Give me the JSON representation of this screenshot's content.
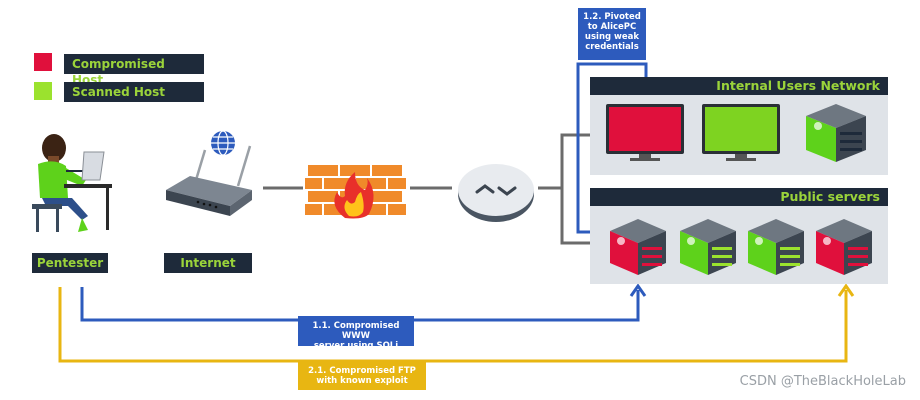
{
  "legend": {
    "compromised": {
      "label": "Compromised Host",
      "color": "#e0103c"
    },
    "scanned": {
      "label": "Scanned Host",
      "color": "#9be22e"
    }
  },
  "nodes": {
    "pentester": "Pentester",
    "internet": "Internet"
  },
  "panels": {
    "internal": "Internal Users Network",
    "public": "Public servers"
  },
  "callouts": {
    "pivot": [
      "1.2. Pivoted",
      "to AlicePC",
      "using weak",
      "credentials"
    ],
    "www": [
      "1.1. Compromised WWW",
      "server using SQLi"
    ],
    "ftp": [
      "2.1. Compromised FTP",
      "with known exploit"
    ]
  },
  "colors": {
    "dark": "#1e2a3a",
    "accent_green": "#9bd43a",
    "blue_path": "#2d5bbd",
    "yellow_path": "#e8b612"
  },
  "watermark": "CSDN @TheBlackHoleLab"
}
